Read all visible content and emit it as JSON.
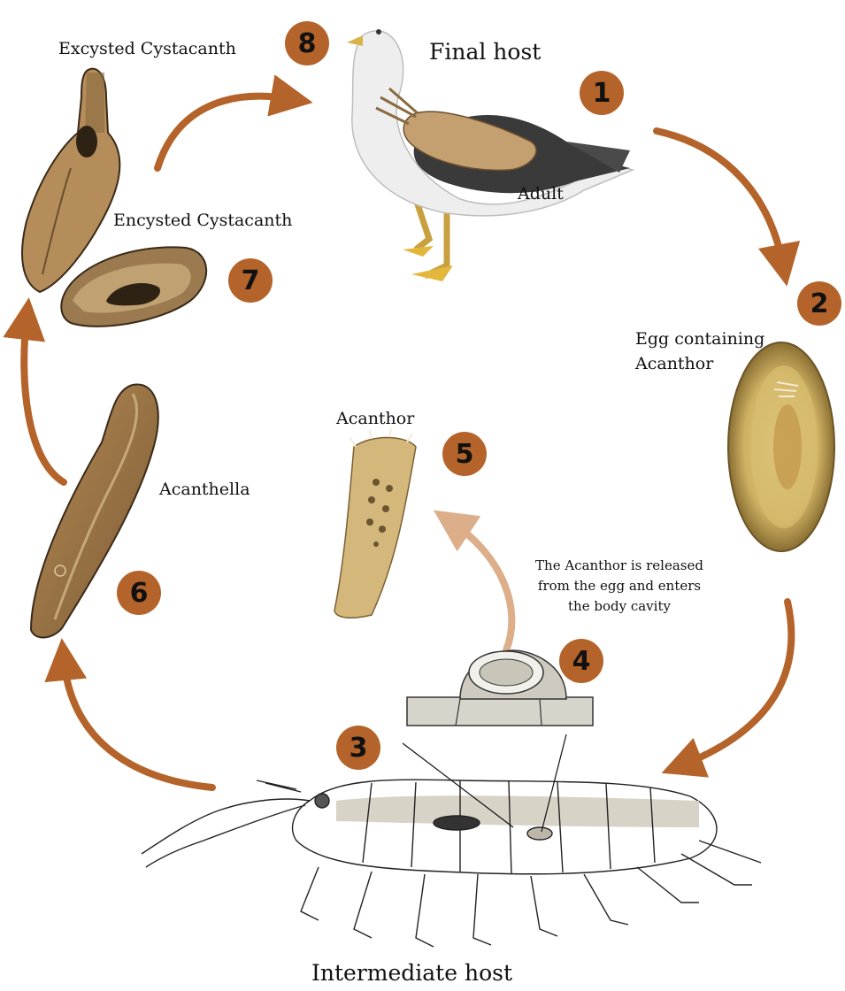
{
  "labels": {
    "final_host": "Final host",
    "adult": "Adult",
    "egg_line1": "Egg containing",
    "egg_line2": "Acanthor",
    "acanthor": "Acanthor",
    "acanthella": "Acanthella",
    "encysted": "Encysted Cystacanth",
    "excysted": "Excysted Cystacanth",
    "intermediate_host": "Intermediate host",
    "release_line1": "The Acanthor is released",
    "release_line2": "from the egg and enters",
    "release_line3": "the body cavity"
  },
  "steps": [
    "1",
    "2",
    "3",
    "4",
    "5",
    "6",
    "7",
    "8"
  ],
  "colors": {
    "arrow": "#b4642a",
    "arrow_light": "#dcae8a",
    "badge": "#b4642a",
    "parasite": "#a07a4a",
    "egg": "#c2a24e"
  }
}
